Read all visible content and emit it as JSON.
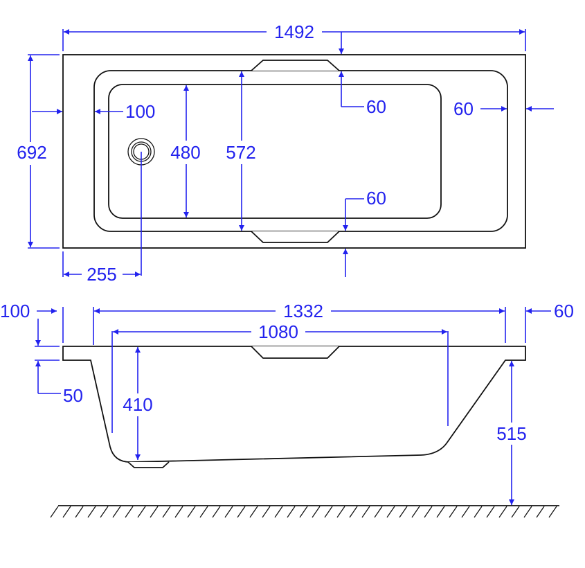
{
  "colors": {
    "dimension": "#2222ee",
    "outline": "#111111",
    "background": "#ffffff"
  },
  "top_view": {
    "overall_length": "1492",
    "overall_width": "692",
    "rim_side_left": "100",
    "rim_side_top": "60",
    "rim_side_right": "60",
    "rim_side_bottom": "60",
    "inner_width": "480",
    "outer_basin_width": "572",
    "drain_offset": "255"
  },
  "side_view": {
    "rim_left": "100",
    "rim_right": "60",
    "top_length": "1332",
    "bottom_length": "1080",
    "lip_thickness": "50",
    "depth": "410",
    "height_to_floor": "515"
  }
}
